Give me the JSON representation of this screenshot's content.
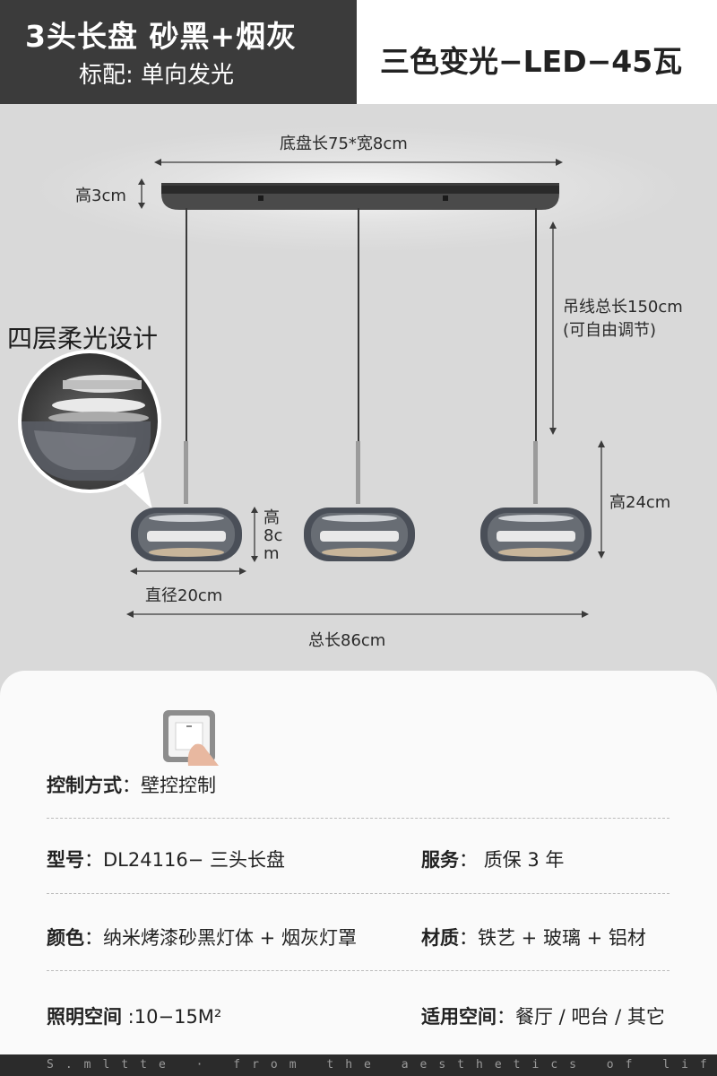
{
  "header": {
    "title_left": "3头长盘 砂黑+烟灰",
    "subtitle_left": "标配: 单向发光",
    "title_right": "三色变光−LED−45瓦"
  },
  "diagram": {
    "canopy_size": "底盘长75*宽8cm",
    "canopy_height": "高3cm",
    "cable_length": "吊线总长150cm",
    "cable_note": "(可自由调节)",
    "feature": "四层柔光设计",
    "lamp_height": "高24cm",
    "shade_height": "高8cm",
    "diameter": "直径20cm",
    "total_length": "总长86cm"
  },
  "specs": {
    "control_label": "控制方式",
    "control_value": "壁控控制",
    "model_label": "型号",
    "model_value": "DL24116− 三头长盘",
    "service_label": "服务",
    "service_value": "质保 3 年",
    "color_label": "颜色",
    "color_value": "纳米烤漆砂黑灯体 + 烟灰灯罩",
    "material_label": "材质",
    "material_value": "铁艺 + 玻璃 + 铝材",
    "space_label": "照明空间",
    "space_value": "10−15M²",
    "usage_label": "适用空间",
    "usage_value": "餐厅 / 吧台 / 其它"
  },
  "footer": {
    "tagline": "S.mltte · from the aesthetics of life"
  },
  "colors": {
    "header_dark": "#3b3b3b",
    "panel_bg": "#fafafa",
    "background": "#d9d9d9",
    "footer_bg": "#2b2b2b"
  }
}
